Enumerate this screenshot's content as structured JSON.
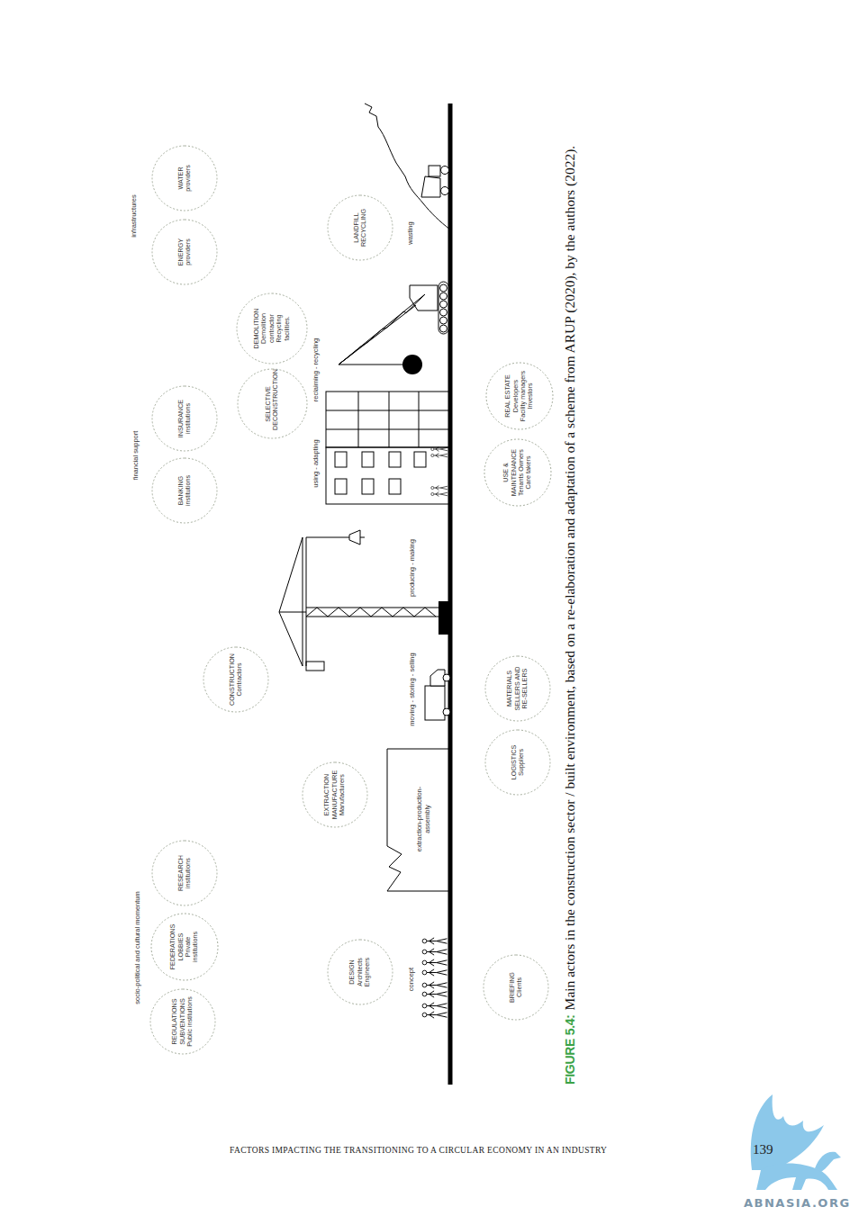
{
  "diagram": {
    "caption": "Main actors in the construction sector / built environment, based on a re-elaboration and adaptation of a scheme from ARUP (2020), by the authors (2022).",
    "nodes": [
      {
        "text": [
          "REGULATIONS SUBVENTIONS",
          "Public institutions"
        ]
      },
      {
        "text": [
          "FEDERATIONS LOBBIES",
          "Private institutions"
        ]
      },
      {
        "text": [
          "RESEARCH",
          "institutions"
        ]
      },
      {
        "text": [
          "BANKING",
          "institutions"
        ]
      },
      {
        "text": [
          "INSURANCE",
          "institutions"
        ]
      },
      {
        "text": [
          "ENERGY",
          "providers"
        ]
      },
      {
        "text": [
          "WATER",
          "providers"
        ]
      },
      {
        "text": [
          "DESIGN",
          "Architects Engineers"
        ]
      },
      {
        "text": [
          "EXTRACTION MANUFACTURE",
          "Manufacturers"
        ]
      },
      {
        "text": [
          "CONSTRUCTION",
          "Contractors"
        ]
      },
      {
        "text": [
          "SELECTIVE DECONSTRUCTION"
        ]
      },
      {
        "text": [
          "DEMOLITION",
          "Demolition contractor Recycling facilities."
        ]
      },
      {
        "text": [
          "LANDFILL RECYCLING"
        ]
      },
      {
        "text": [
          "BRIEFING",
          "Clients"
        ]
      },
      {
        "text": [
          "LOGISTICS",
          "Suppliers"
        ]
      },
      {
        "text": [
          "MATERIALS SELLERS AND RE-SELLERS"
        ]
      },
      {
        "text": [
          "USE & MAINTENANCE",
          "Tenants Owners Care takers"
        ]
      },
      {
        "text": [
          "REAL ESTATE",
          "Developers Facility managers Investors"
        ]
      }
    ],
    "labels": [
      "socio-political and cultural momentum",
      "financial support",
      "infrastructures",
      "concept",
      "extraction-production-assembly",
      "moving - storing - selling",
      "producing - making",
      "using - adapting",
      "reclaiming - recycling",
      "wasting",
      "FIGURE 5.4:",
      "FACTORS IMPACTING THE TRANSITIONING TO A CIRCULAR ECONOMY IN AN INDUSTRY",
      "139",
      "ABNASIA.ORG"
    ]
  }
}
